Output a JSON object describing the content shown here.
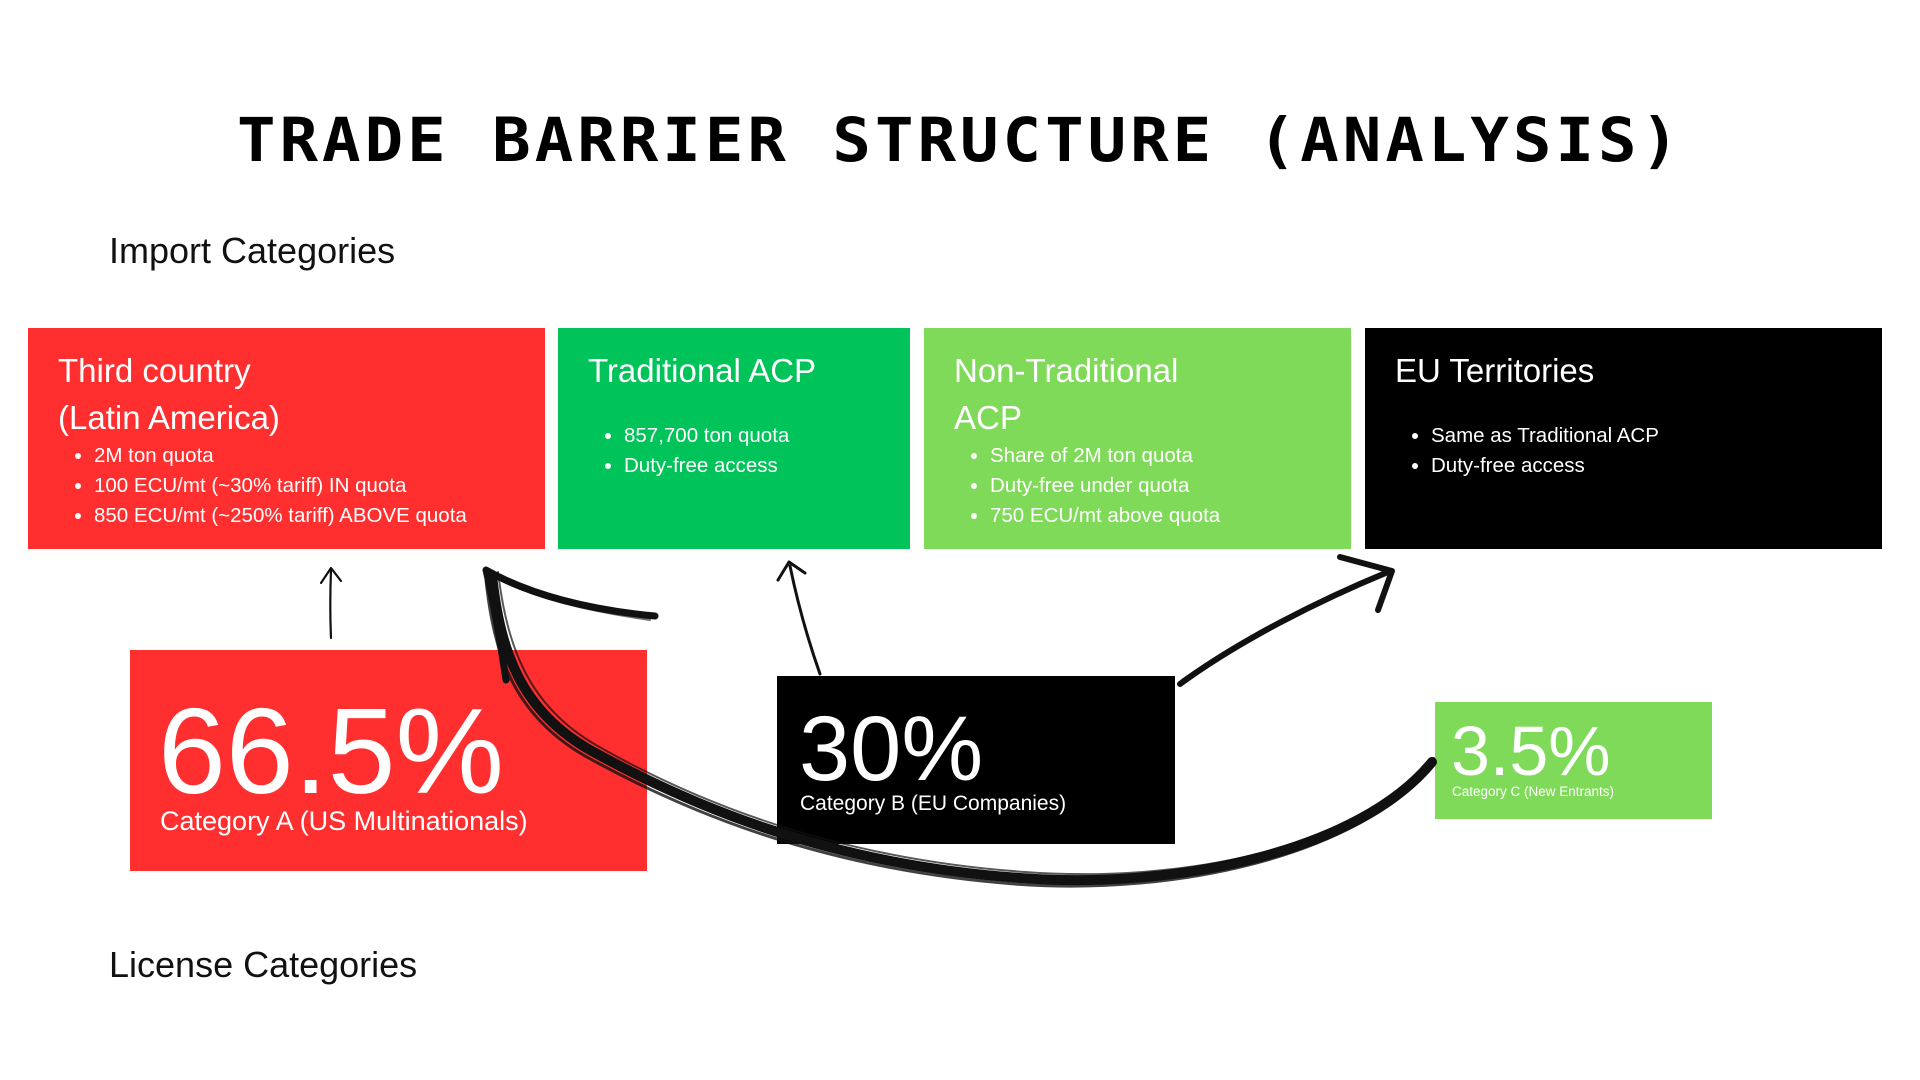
{
  "title": "Trade Barrier Structure (Analysis)",
  "import_section_label": "Import Categories",
  "license_section_label": "License Categories",
  "import_categories": [
    {
      "heading": "Third country\n(Latin America)",
      "bullets": [
        "2M ton quota",
        "100 ECU/mt (~30% tariff) IN quota",
        "850 ECU/mt (~250% tariff) ABOVE quota"
      ],
      "color": "#ff2f2f"
    },
    {
      "heading": "Traditional ACP",
      "bullets": [
        "857,700 ton quota",
        "Duty-free access"
      ],
      "color": "#00c35a"
    },
    {
      "heading": "Non-Traditional\nACP",
      "bullets": [
        "Share of 2M ton quota",
        "Duty-free under quota",
        "750 ECU/mt above quota"
      ],
      "color": "#80da5a"
    },
    {
      "heading": "EU Territories",
      "bullets": [
        "Same as Traditional ACP",
        "Duty-free access"
      ],
      "color": "#000000"
    }
  ],
  "license_categories": [
    {
      "percent": "66.5%",
      "label": "Category A (US Multinationals)",
      "color": "#ff2f2f"
    },
    {
      "percent": "30%",
      "label": "Category B (EU Companies)",
      "color": "#000000"
    },
    {
      "percent": "3.5%",
      "label": "Category C (New Entrants)",
      "color": "#80da5a"
    }
  ],
  "arrows": [
    {
      "from": "Category A (US Multinationals)",
      "to": "Third country (Latin America)",
      "style": "thin"
    },
    {
      "from": "Category B (EU Companies)",
      "to": "Traditional ACP",
      "style": "thin"
    },
    {
      "from": "Category B (EU Companies)",
      "to": "EU Territories",
      "style": "brush"
    },
    {
      "from": "Category C (New Entrants)",
      "to": "Third country (Latin America)",
      "style": "brush"
    }
  ]
}
